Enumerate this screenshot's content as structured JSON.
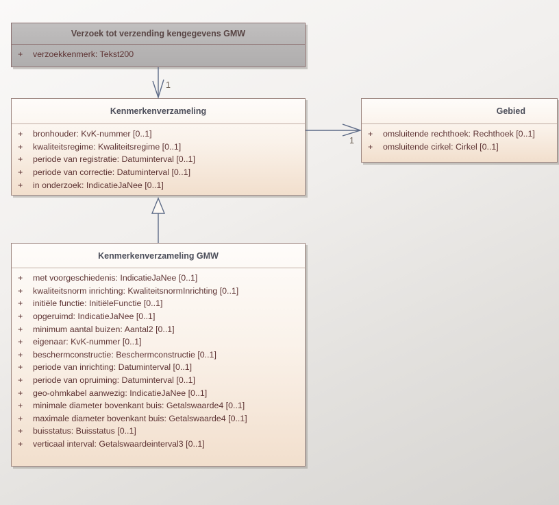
{
  "diagram": {
    "kind": "uml-class-diagram",
    "classes": [
      {
        "title": "Verzoek tot verzending kengegevens GMW",
        "style": "gray",
        "attributes": [
          {
            "vis": "+",
            "text": "verzoekkenmerk: Tekst200"
          }
        ]
      },
      {
        "title": "Kenmerkenverzameling",
        "style": "cream",
        "attributes": [
          {
            "vis": "+",
            "text": "bronhouder: KvK-nummer [0..1]"
          },
          {
            "vis": "+",
            "text": "kwaliteitsregime: Kwaliteitsregime [0..1]"
          },
          {
            "vis": "+",
            "text": "periode van registratie: Datuminterval [0..1]"
          },
          {
            "vis": "+",
            "text": "periode van correctie: Datuminterval [0..1]"
          },
          {
            "vis": "+",
            "text": "in onderzoek: IndicatieJaNee [0..1]"
          }
        ]
      },
      {
        "title": "Gebied",
        "style": "cream",
        "attributes": [
          {
            "vis": "+",
            "text": "omsluitende rechthoek: Rechthoek [0..1]"
          },
          {
            "vis": "+",
            "text": "omsluitende cirkel: Cirkel [0..1]"
          }
        ]
      },
      {
        "title": "Kenmerkenverzameling GMW",
        "style": "cream",
        "attributes": [
          {
            "vis": "+",
            "text": "met voorgeschiedenis: IndicatieJaNee [0..1]"
          },
          {
            "vis": "+",
            "text": "kwaliteitsnorm inrichting: KwaliteitsnormInrichting [0..1]"
          },
          {
            "vis": "+",
            "text": "initiële functie: InitiëleFunctie [0..1]"
          },
          {
            "vis": "+",
            "text": "opgeruimd: IndicatieJaNee [0..1]"
          },
          {
            "vis": "+",
            "text": "minimum aantal buizen: Aantal2 [0..1]"
          },
          {
            "vis": "+",
            "text": "eigenaar: KvK-nummer [0..1]"
          },
          {
            "vis": "+",
            "text": "beschermconstructie: Beschermconstructie [0..1]"
          },
          {
            "vis": "+",
            "text": "periode van inrichting: Datuminterval [0..1]"
          },
          {
            "vis": "+",
            "text": "periode van opruiming: Datuminterval [0..1]"
          },
          {
            "vis": "+",
            "text": "geo-ohmkabel aanwezig: IndicatieJaNee [0..1]"
          },
          {
            "vis": "+",
            "text": "minimale diameter bovenkant buis: Getalswaarde4 [0..1]"
          },
          {
            "vis": "+",
            "text": "maximale diameter bovenkant buis: Getalswaarde4 [0..1]"
          },
          {
            "vis": "+",
            "text": "buisstatus: Buisstatus [0..1]"
          },
          {
            "vis": "+",
            "text": "verticaal interval: Getalswaardeinterval3 [0..1]"
          }
        ]
      }
    ],
    "connectors": [
      {
        "type": "directed association",
        "from": "Verzoek tot verzending kengegevens GMW",
        "to": "Kenmerkenverzameling",
        "target_multiplicity": "1"
      },
      {
        "type": "directed association",
        "from": "Kenmerkenverzameling",
        "to": "Gebied",
        "target_multiplicity": "1"
      },
      {
        "type": "generalization",
        "from": "Kenmerkenverzameling GMW",
        "to": "Kenmerkenverzameling"
      }
    ],
    "colors": {
      "canvas_bg_top": "#faf9f8",
      "canvas_bg_bottom": "#d6d4d1",
      "gray_class_fill": "#b7b5b5",
      "gray_class_border": "#8b6f6f",
      "cream_class_fill_top": "#fefcfa",
      "cream_class_fill_bottom": "#f2dfcd",
      "cream_class_border": "#9d8680",
      "class_title_color": "#4c4e5a",
      "gray_title_color": "#584544",
      "attribute_text_color": "#5e3434",
      "connector_color": "#5d6b87",
      "multiplicity_color": "#6d6156"
    }
  }
}
